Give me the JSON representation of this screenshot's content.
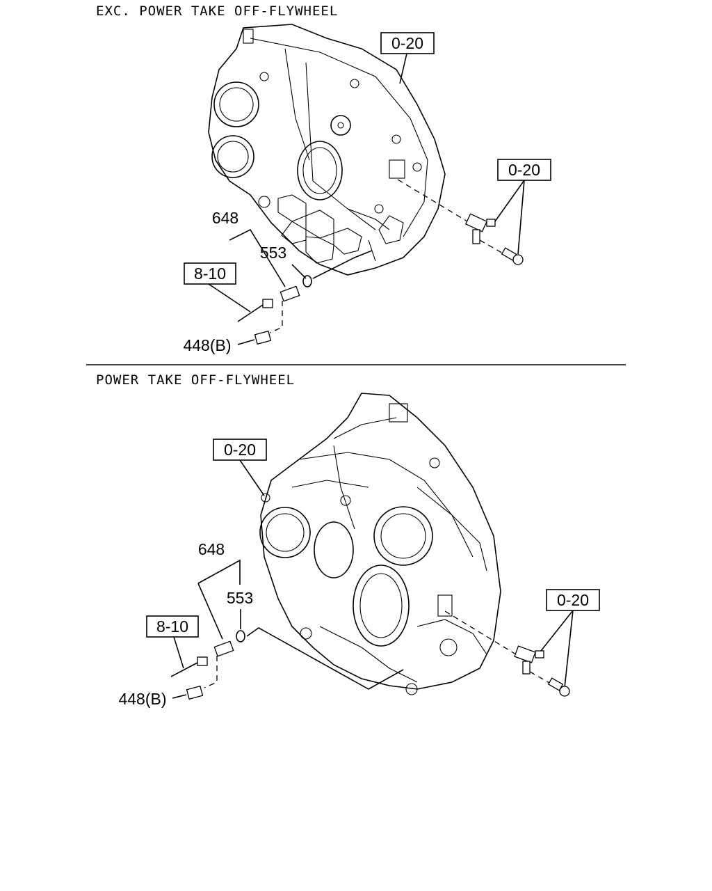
{
  "sections": [
    {
      "heading": "EXC. POWER TAKE OFF-FLYWHEEL",
      "callouts": {
        "housing_ref": "0-20",
        "sensor_ref": "0-20",
        "part_648": "648",
        "part_553": "553",
        "harness_ref": "8-10",
        "bolt_448": "448(B)"
      }
    },
    {
      "heading": "POWER TAKE OFF-FLYWHEEL",
      "callouts": {
        "housing_ref": "0-20",
        "sensor_ref": "0-20",
        "part_648": "648",
        "part_553": "553",
        "harness_ref": "8-10",
        "bolt_448": "448(B)"
      }
    }
  ]
}
